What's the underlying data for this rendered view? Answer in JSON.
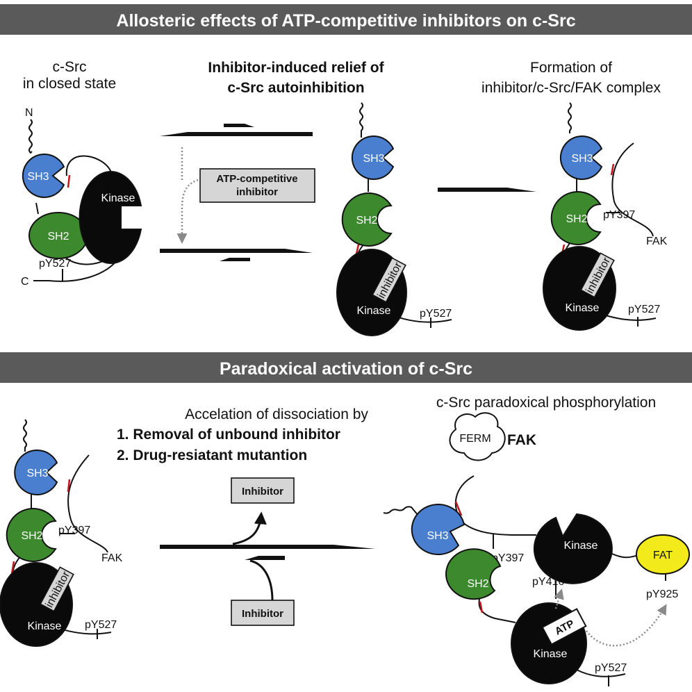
{
  "headers": {
    "top": "Allosteric effects of ATP-competitive inhibitors on c-Src",
    "bottom": "Paradoxical activation of c-Src"
  },
  "panel_a": {
    "closed_state": [
      "c-Src",
      "in closed state"
    ],
    "relief_title": [
      "Inhibitor-induced relief of",
      "c-Src autoinhibition"
    ],
    "complex_title": [
      "Formation of",
      "inhibitor/c-Src/FAK complex"
    ],
    "atp_box": [
      "ATP-competitive",
      "inhibitor"
    ]
  },
  "panel_b": {
    "dissociation": "Accelation of dissociation by",
    "item1": "1. Removal of unbound inhibitor",
    "item2": "2. Drug-resiatant mutantion",
    "paradoxical": "c-Src paradoxical phosphorylation",
    "inhibitor_box": "Inhibitor"
  },
  "labels": {
    "n_term": "N",
    "c_term": "C",
    "sh3": "SH3",
    "sh2": "SH2",
    "kinase": "Kinase",
    "inhibitor": "inhibitor",
    "py527": "pY527",
    "py397": "pY397",
    "py416": "pY416",
    "py925": "pY925",
    "fak": "FAK",
    "ferm": "FERM",
    "fat": "FAT",
    "atp": "ATP"
  },
  "colors": {
    "header_bg": "#5a5a5a",
    "sh3": "#4a7fcf",
    "sh2": "#3d8a2e",
    "kinase": "#0a0a0a",
    "fat": "#f2ea1b",
    "linker_red": "#c0161b"
  }
}
